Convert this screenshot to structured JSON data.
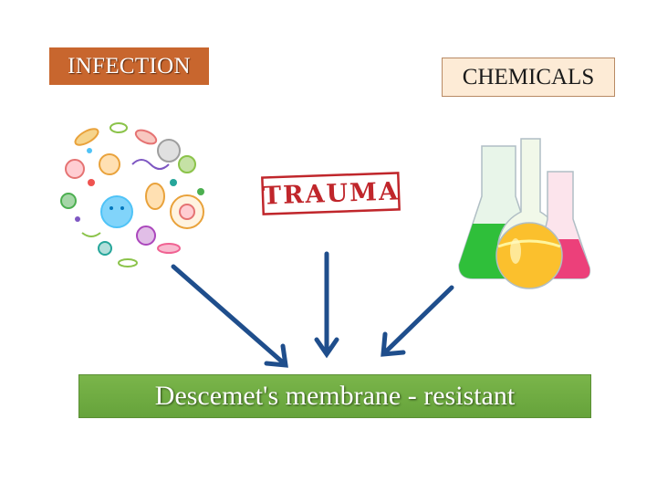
{
  "labels": {
    "infection": "INFECTION",
    "chemicals": "CHEMICALS",
    "trauma": "TRAUMA",
    "result": "Descemet's membrane - resistant"
  },
  "colors": {
    "infection_bg": "#c8662e",
    "chemicals_bg": "#fdebd6",
    "banner_green": "#6fae43",
    "arrow": "#1f4e8c",
    "trauma_red": "#c0262b"
  },
  "icons": [
    "microbe-cluster-illustration",
    "lab-flasks-illustration",
    "trauma-stamp"
  ]
}
